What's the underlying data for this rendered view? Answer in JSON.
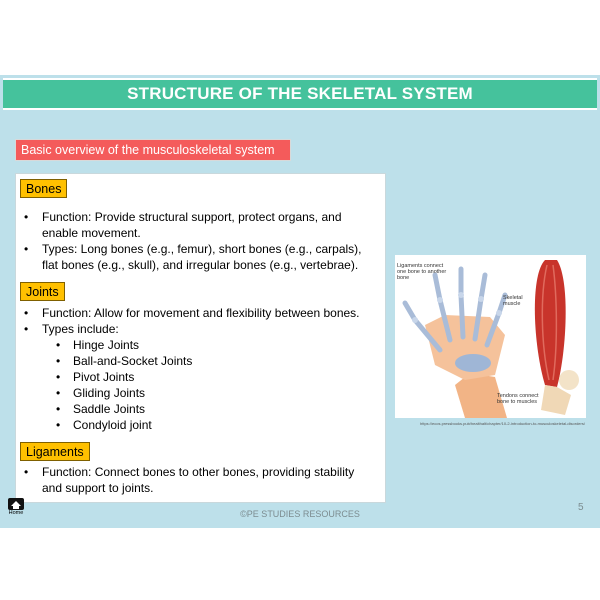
{
  "title": "STRUCTURE OF THE SKELETAL SYSTEM",
  "overview_label": "Basic overview of the musculoskeletal system",
  "sections": {
    "bones": {
      "tag": "Bones",
      "bullets": [
        "Function: Provide structural support, protect organs, and enable movement.",
        "Types: Long bones (e.g., femur), short bones (e.g., carpals), flat bones (e.g., skull), and irregular bones (e.g., vertebrae)."
      ]
    },
    "joints": {
      "tag": "Joints",
      "bullets": [
        "Function: Allow for movement and flexibility between bones.",
        "Types include:"
      ],
      "types": [
        "Hinge Joints",
        "Ball-and-Socket Joints",
        "Pivot Joints",
        "Gliding Joints",
        "Saddle Joints",
        "Condyloid joint"
      ]
    },
    "ligaments": {
      "tag": "Ligaments",
      "bullets": [
        "Function: Connect bones to other bones, providing stability and support to joints."
      ]
    }
  },
  "image": {
    "label_ligaments": "Ligaments connect one bone to another bone",
    "label_muscle": "Skeletal muscle",
    "label_tendons": "Tendons connect bone to muscles",
    "source_url": "https://ecos.pressbooks.pub/healthalt/chapter/10-2-introduction-to-musculoskeletal-disorders/"
  },
  "footer": "©PE STUDIES RESOURCES",
  "page_number": "5",
  "home_label": "Home",
  "colors": {
    "title_bar": "#45c29c",
    "background": "#bde0ea",
    "overview": "#f45b5b",
    "tag": "#ffc000"
  }
}
